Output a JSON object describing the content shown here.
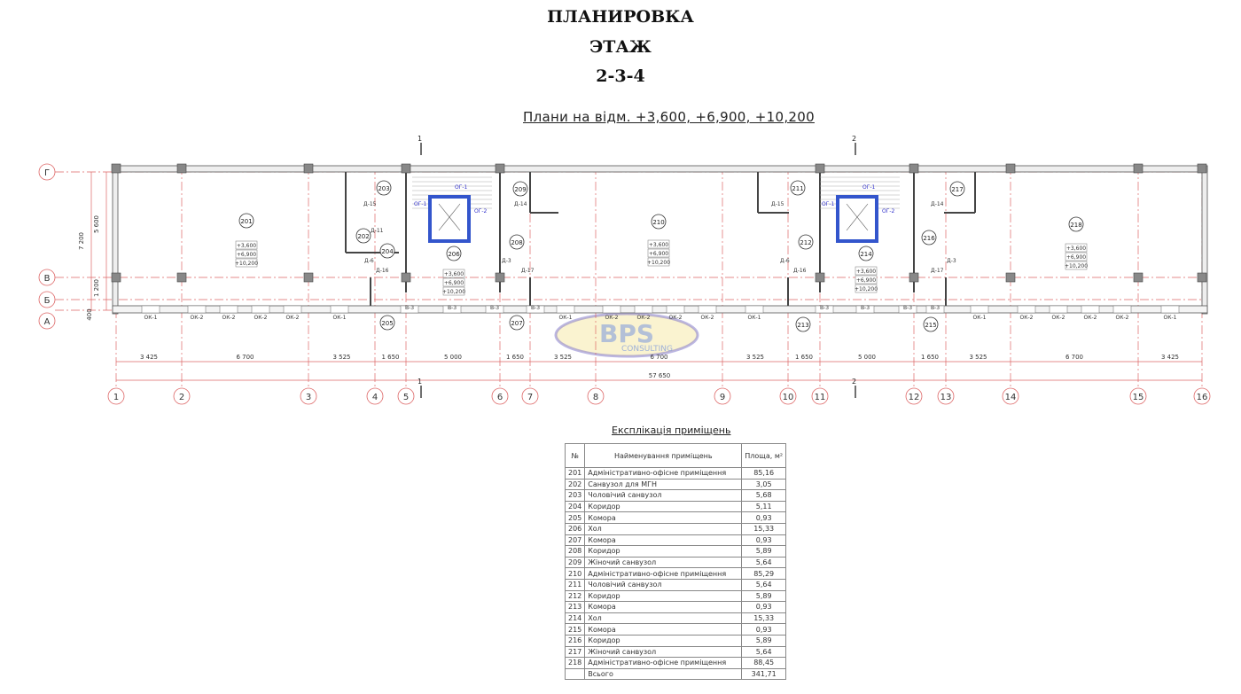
{
  "header": {
    "line1": "ПЛАНИРОВКА",
    "line2": "ЭТАЖ",
    "line3": "2-3-4"
  },
  "subtitle": "Плани на відм. +3,600, +6,900, +10,200",
  "watermark": {
    "line1": "BPS",
    "line2": "CONSULTING"
  },
  "plan": {
    "axes_x": [
      "1",
      "2",
      "3",
      "4",
      "5",
      "6",
      "7",
      "8",
      "9",
      "10",
      "11",
      "12",
      "13",
      "14",
      "15",
      "16"
    ],
    "axes_y": [
      "Г",
      "В",
      "Б",
      "А"
    ],
    "dims_x": [
      "3 425",
      "6 700",
      "3 525",
      "1 650",
      "5 000",
      "1 650",
      "3 525",
      "6 700",
      "3 525",
      "1 650",
      "5 000",
      "1 650",
      "3 525",
      "6 700",
      "3 425"
    ],
    "dim_total": "57 650",
    "dims_y": [
      "7 200",
      "5 600",
      "1 200",
      "400"
    ],
    "sections": [
      "1",
      "2"
    ],
    "levels": [
      "+3,600",
      "+6,900",
      "+10,200"
    ],
    "rooms": [
      "201",
      "202",
      "203",
      "204",
      "205",
      "206",
      "207",
      "208",
      "209",
      "210",
      "211",
      "212",
      "213",
      "214",
      "215",
      "216",
      "217",
      "218"
    ],
    "windows": [
      "ОК-1",
      "ОК-2",
      "ОК-2",
      "ОК-2",
      "ОК-2",
      "ОК-1",
      "В-3",
      "В-3",
      "В-3",
      "В-3",
      "ОК-1",
      "ОК-2",
      "ОК-2",
      "ОК-2",
      "ОК-2",
      "ОК-1",
      "В-3",
      "В-3",
      "В-3",
      "В-3",
      "ОК-1",
      "ОК-2",
      "ОК-2",
      "ОК-2",
      "ОК-2",
      "ОК-1"
    ],
    "doors": [
      "Д-15",
      "Д-11",
      "Д-6",
      "Д-16",
      "Д-14",
      "Д-3",
      "Д-17",
      "Д-15",
      "Д-6",
      "Д-16",
      "Д-14",
      "Д-17",
      "Д-3"
    ],
    "stairs": [
      "ОГ-1",
      "ОГ-1",
      "ОГ-2",
      "ОГ-1",
      "ОГ-1",
      "ОГ-2"
    ]
  },
  "explication": {
    "title": "Експлікація приміщень",
    "headers": {
      "num": "№",
      "name": "Найменування приміщень",
      "area": "Площа, м²"
    },
    "rows": [
      {
        "num": "201",
        "name": "Адміністративно-офісне приміщення",
        "area": "85,16"
      },
      {
        "num": "202",
        "name": "Санвузол для МГН",
        "area": "3,05"
      },
      {
        "num": "203",
        "name": "Чоловічий санвузол",
        "area": "5,68"
      },
      {
        "num": "204",
        "name": "Коридор",
        "area": "5,11"
      },
      {
        "num": "205",
        "name": "Комора",
        "area": "0,93"
      },
      {
        "num": "206",
        "name": "Хол",
        "area": "15,33"
      },
      {
        "num": "207",
        "name": "Комора",
        "area": "0,93"
      },
      {
        "num": "208",
        "name": "Коридор",
        "area": "5,89"
      },
      {
        "num": "209",
        "name": "Жіночий санвузол",
        "area": "5,64"
      },
      {
        "num": "210",
        "name": "Адміністративно-офісне приміщення",
        "area": "85,29"
      },
      {
        "num": "211",
        "name": "Чоловічий санвузол",
        "area": "5,64"
      },
      {
        "num": "212",
        "name": "Коридор",
        "area": "5,89"
      },
      {
        "num": "213",
        "name": "Комора",
        "area": "0,93"
      },
      {
        "num": "214",
        "name": "Хол",
        "area": "15,33"
      },
      {
        "num": "215",
        "name": "Комора",
        "area": "0,93"
      },
      {
        "num": "216",
        "name": "Коридор",
        "area": "5,89"
      },
      {
        "num": "217",
        "name": "Жіночий санвузол",
        "area": "5,64"
      },
      {
        "num": "218",
        "name": "Адміністративно-офісне приміщення",
        "area": "88,45"
      }
    ],
    "total": {
      "name": "Всього",
      "area": "341,71"
    }
  }
}
